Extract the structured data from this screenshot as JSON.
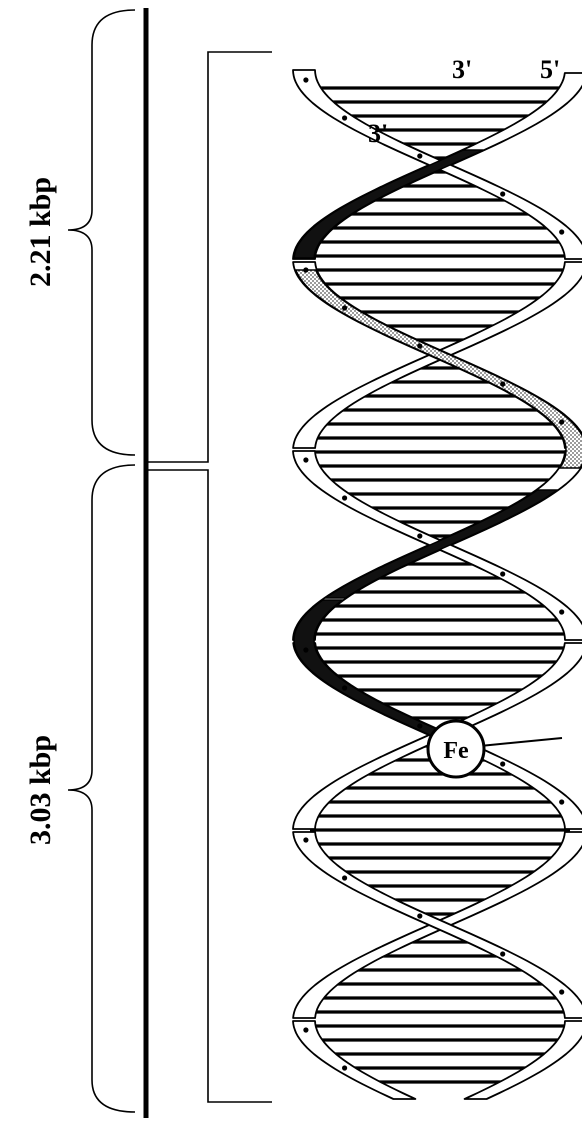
{
  "segments": [
    {
      "label": "2.21 kbp"
    },
    {
      "label": "3.03 kbp"
    }
  ],
  "strand_ends": {
    "left_top": "3'",
    "right_top": "5'",
    "inner": "3'"
  },
  "cleaving_agent": {
    "label": "Fe"
  },
  "colors": {
    "ink": "#000000",
    "paper": "#ffffff",
    "probe_stipple": "#bdbdbd",
    "probe_dark": "#111111"
  }
}
